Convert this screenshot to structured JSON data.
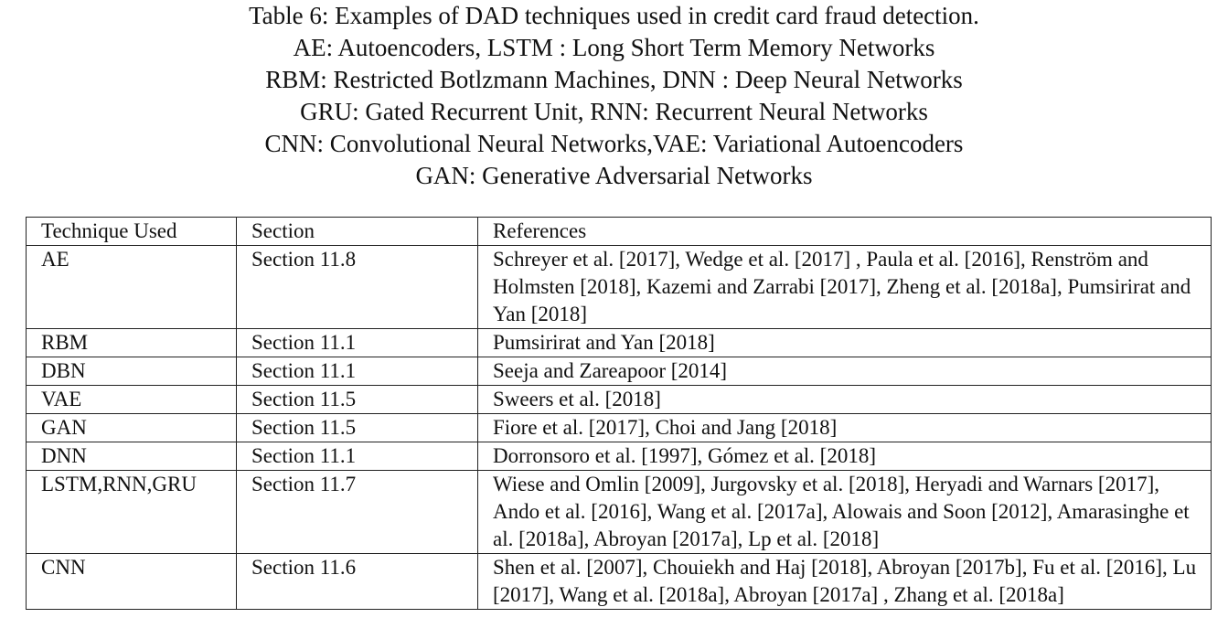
{
  "caption": {
    "lines": [
      "Table 6: Examples of DAD techniques used in credit card fraud detection.",
      "AE: Autoencoders, LSTM : Long Short Term Memory Networks",
      "RBM: Restricted Botlzmann Machines, DNN : Deep Neural Networks",
      "GRU: Gated Recurrent Unit, RNN: Recurrent Neural Networks",
      "CNN: Convolutional Neural Networks,VAE: Variational Autoencoders",
      "GAN: Generative Adversarial Networks"
    ]
  },
  "table": {
    "headers": [
      "Technique Used",
      "Section",
      "References"
    ],
    "rows": [
      {
        "technique": "AE",
        "section": "Section 11.8",
        "references": "Schreyer et al. [2017], Wedge et al. [2017] , Paula et al. [2016], Renström and Holmsten [2018], Kazemi and Zarrabi [2017], Zheng et al. [2018a], Pumsirirat and Yan [2018]"
      },
      {
        "technique": "RBM",
        "section": "Section 11.1",
        "references": "Pumsirirat and Yan [2018]"
      },
      {
        "technique": "DBN",
        "section": "Section 11.1",
        "references": "Seeja and Zareapoor [2014]"
      },
      {
        "technique": "VAE",
        "section": "Section 11.5",
        "references": "Sweers et al. [2018]"
      },
      {
        "technique": "GAN",
        "section": "Section 11.5",
        "references": "Fiore et al. [2017], Choi and Jang [2018]"
      },
      {
        "technique": "DNN",
        "section": "Section 11.1",
        "references": "Dorronsoro et al. [1997],  Gómez et al. [2018]"
      },
      {
        "technique": "LSTM,RNN,GRU",
        "section": "Section 11.7",
        "references": "Wiese and Omlin [2009],  Jurgovsky et al. [2018], Heryadi and Warnars [2017], Ando et al. [2016], Wang et al. [2017a], Alowais and Soon [2012], Amarasinghe et al. [2018a], Abroyan [2017a], Lp et al. [2018]"
      },
      {
        "technique": "CNN",
        "section": "Section 11.6",
        "references": "Shen et al. [2007], Chouiekh and Haj [2018], Abroyan [2017b], Fu et al. [2016], Lu [2017], Wang et al. [2018a], Abroyan [2017a] , Zhang et al. [2018a]"
      }
    ]
  }
}
